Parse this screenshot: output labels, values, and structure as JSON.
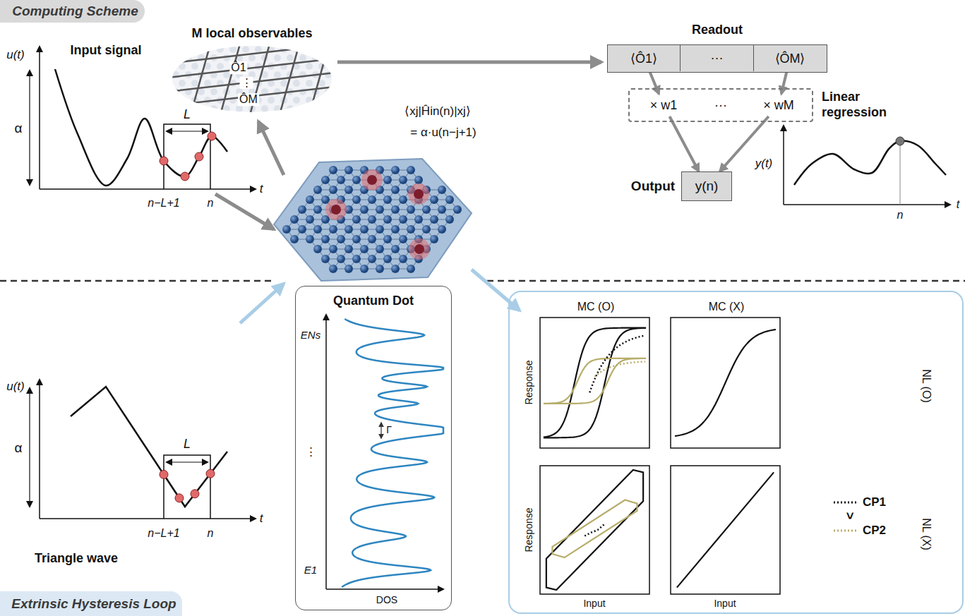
{
  "diagram": {
    "nodes": [
      {
        "text": [
          "Computing Scheme"
        ]
      },
      {
        "text": [
          "Readout"
        ]
      },
      {
        "text": [
          "⟨Ô1⟩"
        ],
        "in": 1
      },
      {
        "text": [
          "···"
        ],
        "in": 1
      },
      {
        "text": [
          "⟨ÔM⟩"
        ],
        "in": 1
      },
      {
        "text": [
          "Linear regression",
          "···"
        ]
      },
      {
        "text": [
          "× w1"
        ],
        "in": 5
      },
      {
        "text": [
          "× wM"
        ],
        "in": 5
      },
      {
        "text": [
          "y(n)"
        ]
      },
      {
        "text": [
          "Quantum Dot"
        ]
      },
      {
        "text": [
          "MC (O)",
          "MC (X)",
          "NL (O)",
          "NL (X)"
        ]
      },
      {
        "text": [
          "Extrinsic Hysteresis Loop"
        ]
      }
    ],
    "edges": [
      {
        "from": 2,
        "to": 6,
        "arrow": "to"
      },
      {
        "from": 4,
        "to": 7,
        "arrow": "to"
      },
      {
        "from": 6,
        "to": 8,
        "arrow": "to"
      },
      {
        "from": 7,
        "to": 8,
        "arrow": "to"
      }
    ],
    "labels": [
      "Input signal",
      "u(t)",
      "α",
      "L",
      "t",
      "n−L+1",
      "n",
      "M local observables",
      "Ô1",
      "⋮",
      "ÔM",
      "⟨xj|Ĥin(n)|xj⟩",
      "= α·u(n−j+1)",
      "Output",
      "y(t)",
      "n",
      "t",
      "u(t)",
      "α",
      "L",
      "t",
      "n−L+1",
      "n",
      "Triangle wave",
      "ENs",
      "⋮",
      "Γ",
      "E1",
      "DOS",
      "Response",
      "Response",
      "Input",
      "Input",
      ">"
    ],
    "legend": [
      {
        "text": "CP1"
      },
      {
        "text": "CP2"
      }
    ]
  }
}
